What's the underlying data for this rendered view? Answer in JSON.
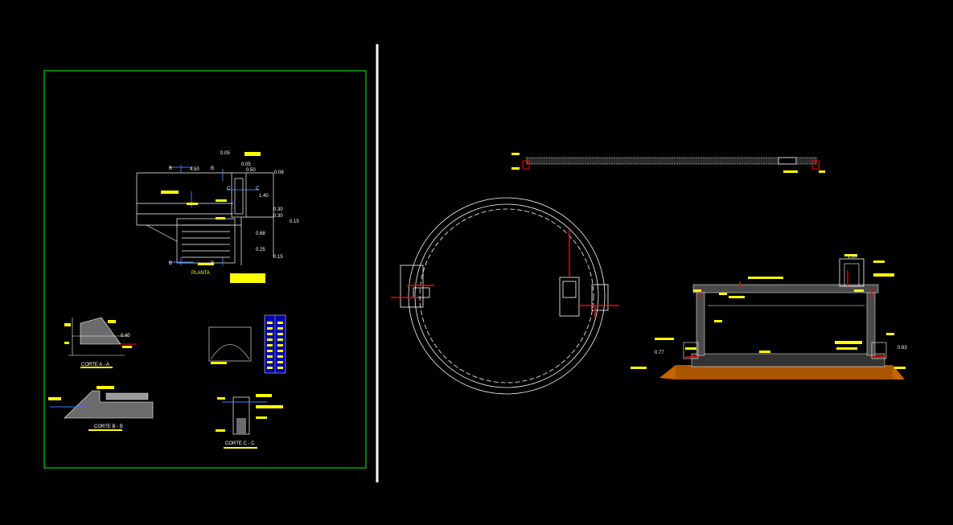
{
  "colors": {
    "background": "#000000",
    "frame": "#00ff00",
    "divider": "#ffffff",
    "lines": "#ffffff",
    "annotation": "#ffff00",
    "pipe": "#ff0000",
    "section_line": "#3a7bff",
    "table_fill": "#0000aa",
    "soil": "#c86400"
  },
  "left_sheet": {
    "plan": {
      "title": "PLANTA",
      "dims": {
        "d1": "0.05",
        "d2": "0.05",
        "d3": "4.50",
        "d4": "0.50",
        "d5": "0.08",
        "d6": "1.40",
        "d7": "0.30",
        "d8": "0.30",
        "d9": "0.15",
        "d10": "0.68",
        "d11": "0.25",
        "d12": "0.15"
      },
      "cuts": {
        "b": "B",
        "c": "C"
      }
    },
    "section_a": {
      "title": "CORTE A - A",
      "dim": "0.40"
    },
    "section_b": {
      "title": "CORTE B - B"
    },
    "section_c": {
      "title": "CORTE C - C"
    }
  },
  "right_sheet": {
    "elevation": {
      "dim_top": "1.00",
      "dim_l": "0.77",
      "dim_r": "0.63"
    }
  }
}
